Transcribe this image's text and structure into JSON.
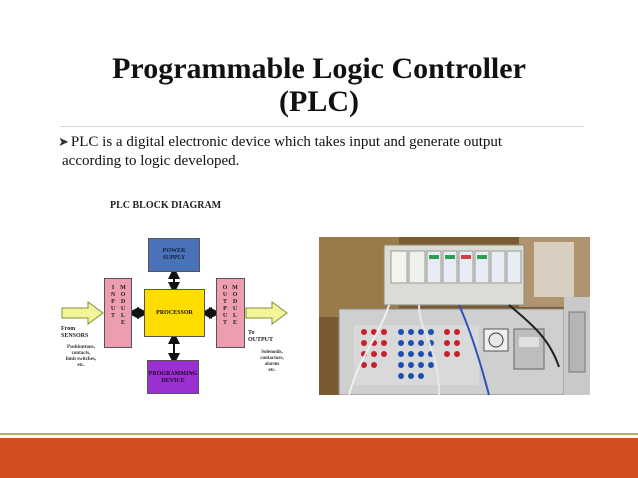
{
  "slide": {
    "title_line1": "Programmable Logic Controller",
    "title_line2": "(PLC)",
    "bullet_line1": "PLC is a digital electronic device which takes input and generate output",
    "bullet_line2": "according to logic developed."
  },
  "diagram": {
    "title": "PLC BLOCK DIAGRAM",
    "power_supply_line1": "POWER",
    "power_supply_line2": "SUPPLY",
    "processor": "PROCESSOR",
    "programming_line1": "PROGRAMMING",
    "programming_line2": "DEVICE",
    "input_col1": "I\nN\nP\nU\nT",
    "input_col2": "M\nO\nD\nU\nL\nE",
    "output_col1": "O\nU\nT\nP\nU\nT",
    "output_col2": "M\nO\nD\nU\nL\nE",
    "from_line1": "From",
    "from_line2": "SENSORS",
    "sensors_note1": "Pushbuttons,",
    "sensors_note2": "contacts,",
    "sensors_note3": "limit switches,",
    "sensors_note4": "etc.",
    "to_line1": "To",
    "to_line2": "OUTPUT",
    "output_note1": "Solenoids,",
    "output_note2": "contactors,",
    "output_note3": "alarms",
    "output_note4": "etc."
  },
  "colors": {
    "power_supply": "#4a72b8",
    "processor": "#ffdd00",
    "programming_device": "#9b2fd0",
    "io_modules": "#ec9db0",
    "signal_arrows": "#f3f59a",
    "footer_bar": "#d24d1f"
  },
  "photo": {
    "subject": "plc-trainer-photo"
  }
}
